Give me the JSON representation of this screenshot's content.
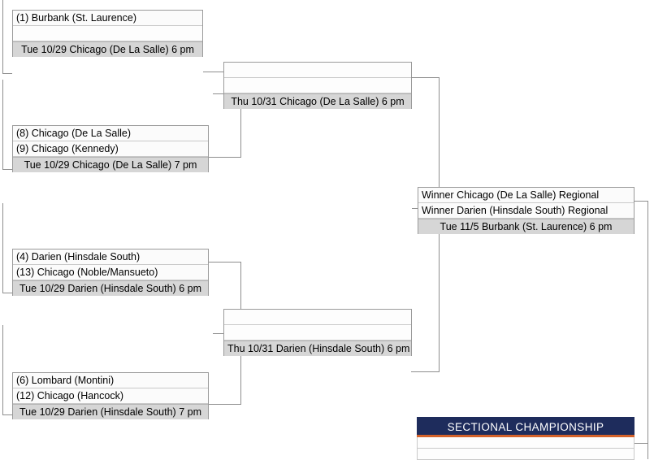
{
  "bracket": {
    "round1": [
      {
        "name": "quarterfinal-top-1",
        "teams": [
          "(1) Burbank (St. Laurence)",
          ""
        ],
        "game": "Tue 10/29 Chicago (De La Salle) 6 pm"
      },
      {
        "name": "quarterfinal-top-2",
        "teams": [
          "(8) Chicago (De La Salle)",
          "(9) Chicago (Kennedy)"
        ],
        "game": "Tue 10/29 Chicago (De La Salle) 7 pm"
      },
      {
        "name": "quarterfinal-bottom-1",
        "teams": [
          "(4) Darien (Hinsdale South)",
          "(13) Chicago (Noble/Mansueto)"
        ],
        "game": "Tue 10/29 Darien (Hinsdale South) 6 pm"
      },
      {
        "name": "quarterfinal-bottom-2",
        "teams": [
          "(6) Lombard (Montini)",
          "(12) Chicago (Hancock)"
        ],
        "game": "Tue 10/29 Darien (Hinsdale South) 7 pm"
      }
    ],
    "round2": [
      {
        "name": "semifinal-top",
        "teams": [
          "",
          ""
        ],
        "game": "Thu 10/31 Chicago (De La Salle) 6 pm"
      },
      {
        "name": "semifinal-bottom",
        "teams": [
          "",
          ""
        ],
        "game": "Thu 10/31 Darien (Hinsdale South) 6 pm"
      }
    ],
    "final": {
      "name": "sectional-final",
      "teams": [
        "Winner Chicago (De La Salle) Regional",
        "Winner Darien (Hinsdale South) Regional"
      ],
      "game": "Tue 11/5 Burbank (St. Laurence) 6 pm"
    },
    "championship": {
      "title": "SECTIONAL CHAMPIONSHIP",
      "rows": [
        "",
        ""
      ]
    }
  },
  "colors": {
    "banner_navy": "#1e2c5c",
    "banner_accent_orange": "#d4622a",
    "game_row_gray": "#d6d6d6",
    "border_gray": "#9a9a9a",
    "connector_gray": "#8e8e8e"
  }
}
